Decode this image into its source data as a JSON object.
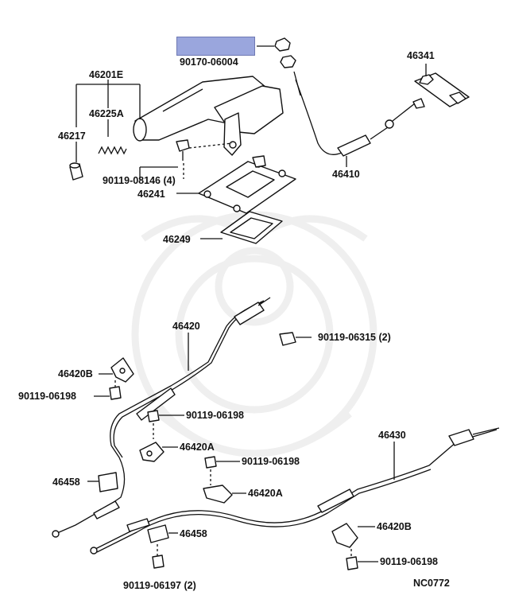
{
  "labels": {
    "p46201E": "46201E",
    "p46225A": "46225A",
    "p46217": "46217",
    "p90170_06004": "90170-06004",
    "p90119_08146": "90119-08146 (4)",
    "p46241": "46241",
    "p46249": "46249",
    "p46341": "46341",
    "p46410": "46410",
    "p46420": "46420",
    "p90119_06315": "90119-06315 (2)",
    "p46420B_left": "46420B",
    "p90119_06198_a": "90119-06198",
    "p90119_06198_b": "90119-06198",
    "p46420A_a": "46420A",
    "p90119_06198_c": "90119-06198",
    "p46420A_b": "46420A",
    "p46458_a": "46458",
    "p46458_b": "46458",
    "p46430": "46430",
    "p46420B_right": "46420B",
    "p90119_06198_d": "90119-06198",
    "p90119_06197": "90119-06197 (2)",
    "code": "NC0772"
  },
  "colors": {
    "highlight": "#9aa6dd",
    "ink": "#111111",
    "watermark": "#efefef"
  }
}
